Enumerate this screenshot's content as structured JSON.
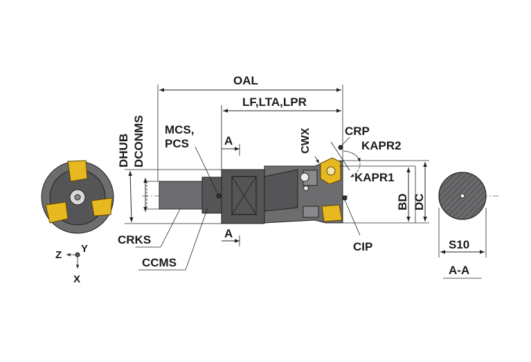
{
  "labels": {
    "oal": "OAL",
    "lf": "LF,LTA,LPR",
    "dhub": "DHUB",
    "dconms": "DCONMS",
    "mcs_line1": "MCS,",
    "mcs_line2": "PCS",
    "a_top": "A",
    "a_bottom": "A",
    "cwx": "CWX",
    "crp": "CRP",
    "kapr2": "KAPR2",
    "kapr1": "KAPR1",
    "bd": "BD",
    "dc": "DC",
    "cip": "CIP",
    "crks": "CRKS",
    "ccms": "CCMS",
    "s10": "S10",
    "section": "A-A",
    "axis_z": "Z",
    "axis_y": "Y",
    "axis_x": "X"
  },
  "colors": {
    "body_dark": "#555557",
    "body_mid": "#6d6d70",
    "insert": "#e8b820",
    "section_fill": "#666668"
  }
}
